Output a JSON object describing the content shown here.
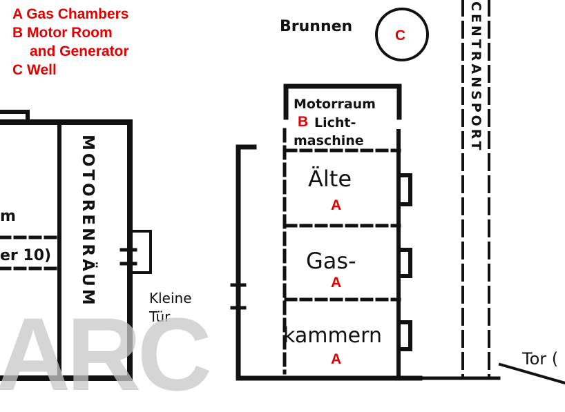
{
  "legend": {
    "items": [
      "A Gas Chambers",
      "B Motor Room",
      "and Generator",
      "C Well"
    ]
  },
  "plan_labels": {
    "brunnen": "Brunnen",
    "motorraum": "Motorraum",
    "licht": "Licht-",
    "maschine": "maschine",
    "alte": "Älte",
    "gas": "Gas-",
    "kammern": "kammern",
    "motorenraum_vertical": "MOTORENRÄUM",
    "kleine": "Kleine",
    "tur": "Tür",
    "centransport_vertical": "CENTRANSPORT",
    "tor": "Tor (",
    "left_fragment": "er 10)",
    "left_fragment_top": "m"
  },
  "markers": {
    "a1": "A",
    "a2": "A",
    "a3": "A",
    "b": "B",
    "c": "C"
  },
  "watermark": "ARC",
  "colors": {
    "annotation": "#e00000",
    "ink": "#111111",
    "watermark": "#c8c8c8"
  }
}
